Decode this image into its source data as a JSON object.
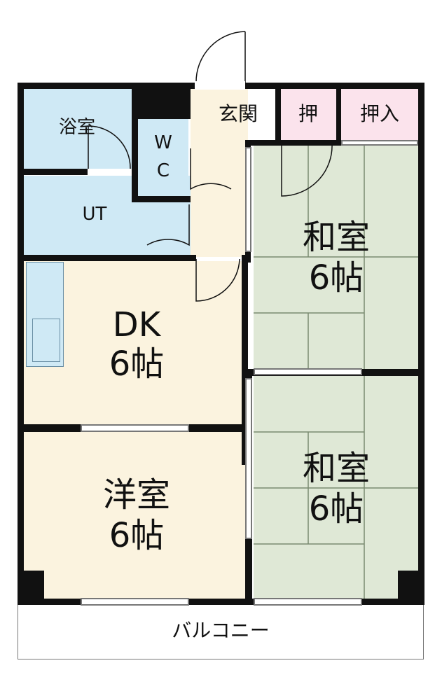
{
  "rooms": {
    "bath": "浴室",
    "wc_w": "W",
    "wc_c": "C",
    "ut": "UT",
    "genkan": "玄関",
    "oshi": "押",
    "oshiire": "押入",
    "washitsu1_name": "和室",
    "washitsu1_size": "6帖",
    "dk_name": "DK",
    "dk_size": "6帖",
    "youshitsu_name": "洋室",
    "youshitsu_size": "6帖",
    "washitsu2_name": "和室",
    "washitsu2_size": "6帖",
    "balcony": "バルコニー"
  },
  "colors": {
    "wet_area": "#cfe9f5",
    "wood_floor": "#fbf3df",
    "tatami": "#dfe8d6",
    "closet": "#fbe3ec",
    "wall": "#111111"
  }
}
